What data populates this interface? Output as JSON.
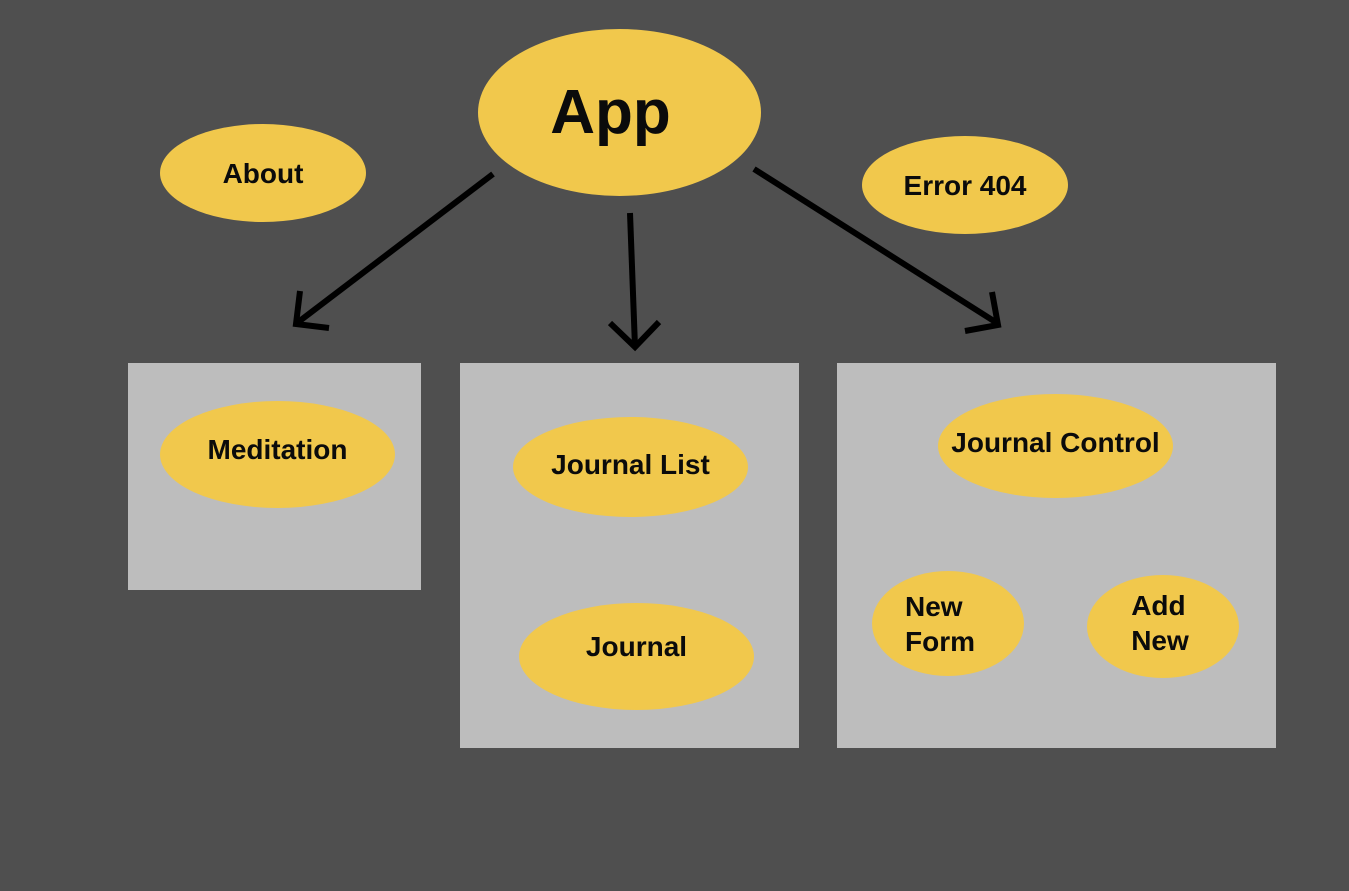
{
  "diagram": {
    "colors": {
      "background": "#4f4f4f",
      "container": "#bdbdbd",
      "node": "#f1c84c",
      "text": "#0b0b0b",
      "arrow": "#000000"
    },
    "nodes": {
      "app": "App",
      "about": "About",
      "error_404": "Error 404",
      "meditation": "Meditation",
      "journal_list": "Journal List",
      "journal": "Journal",
      "journal_control": "Journal Control",
      "new_form": "New\nForm",
      "add_new": "Add\nNew"
    },
    "edges": [
      {
        "from": "App",
        "to": "Meditation group"
      },
      {
        "from": "App",
        "to": "Journal List group"
      },
      {
        "from": "App",
        "to": "Journal Control group"
      }
    ]
  }
}
